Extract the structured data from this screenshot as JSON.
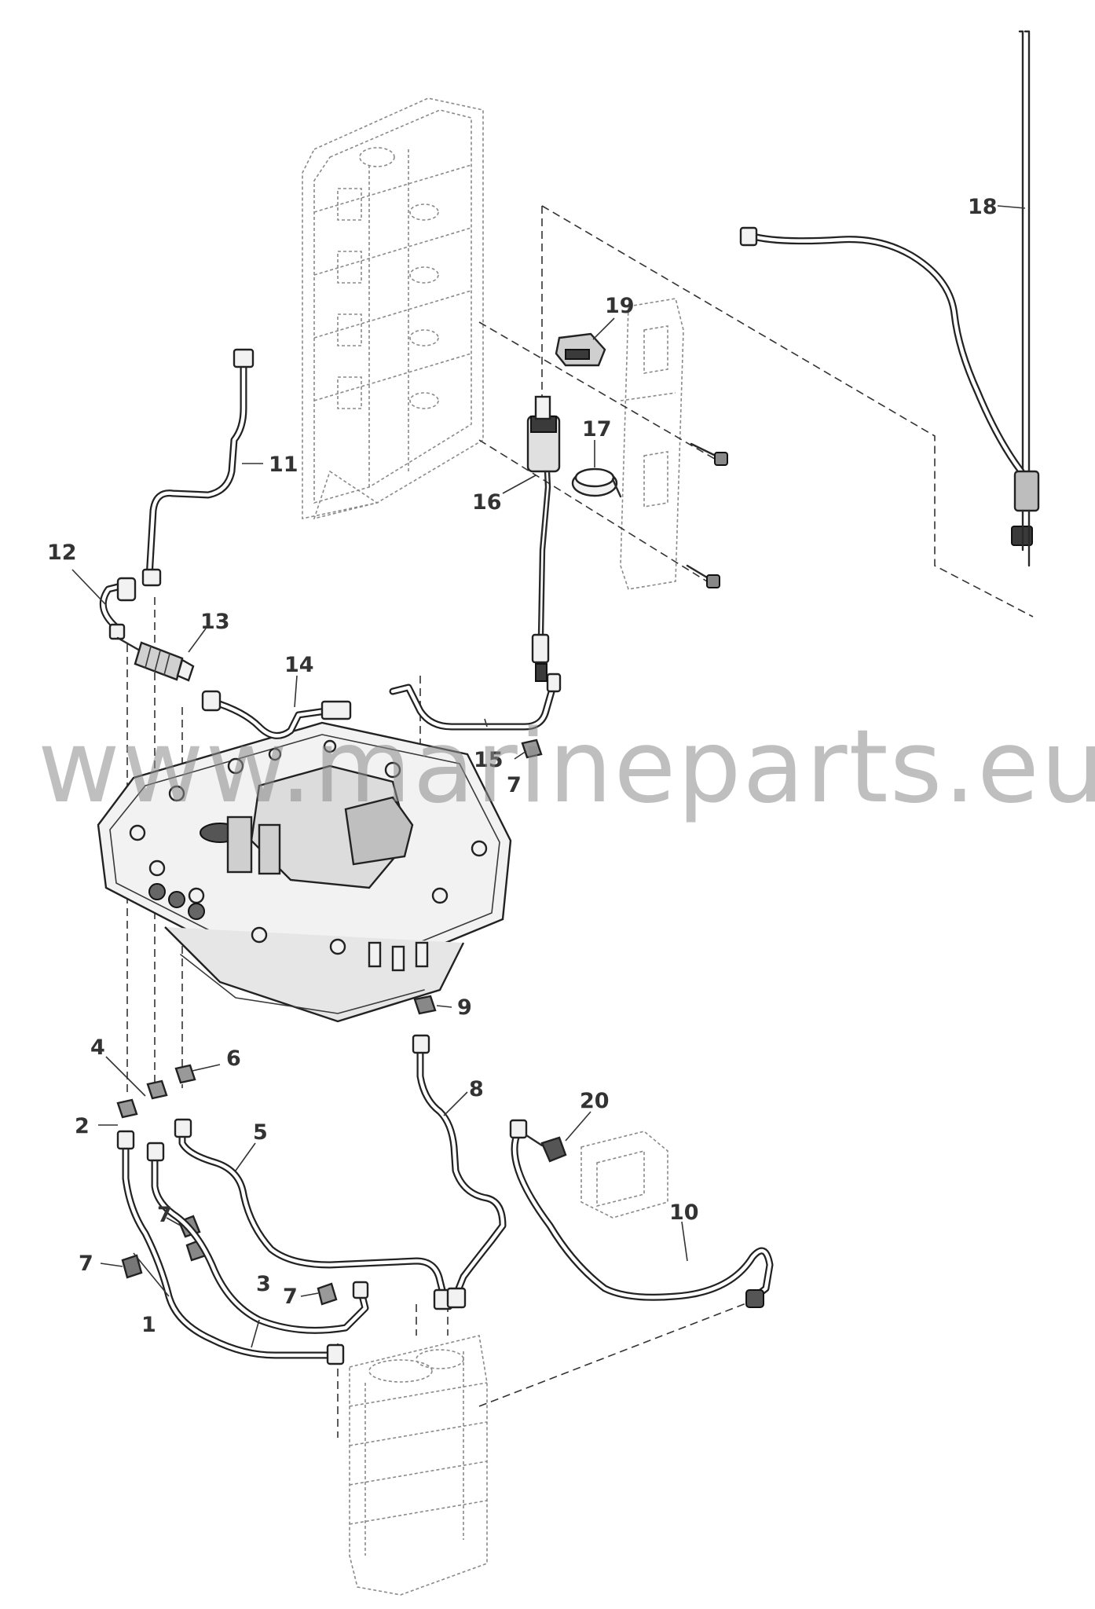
{
  "watermark": "www.marineparts.eu",
  "callouts": [
    {
      "id": "1",
      "label": "1"
    },
    {
      "id": "2",
      "label": "2"
    },
    {
      "id": "3",
      "label": "3"
    },
    {
      "id": "4",
      "label": "4"
    },
    {
      "id": "5",
      "label": "5"
    },
    {
      "id": "6",
      "label": "6"
    },
    {
      "id": "7a",
      "label": "7"
    },
    {
      "id": "7b",
      "label": "7"
    },
    {
      "id": "7c",
      "label": "7"
    },
    {
      "id": "7d",
      "label": "7"
    },
    {
      "id": "8",
      "label": "8"
    },
    {
      "id": "9",
      "label": "9"
    },
    {
      "id": "10",
      "label": "10"
    },
    {
      "id": "11",
      "label": "11"
    },
    {
      "id": "12",
      "label": "12"
    },
    {
      "id": "13",
      "label": "13"
    },
    {
      "id": "14",
      "label": "14"
    },
    {
      "id": "15",
      "label": "15"
    },
    {
      "id": "16",
      "label": "16"
    },
    {
      "id": "17",
      "label": "17"
    },
    {
      "id": "18",
      "label": "18"
    },
    {
      "id": "19",
      "label": "19"
    },
    {
      "id": "20",
      "label": "20"
    }
  ]
}
